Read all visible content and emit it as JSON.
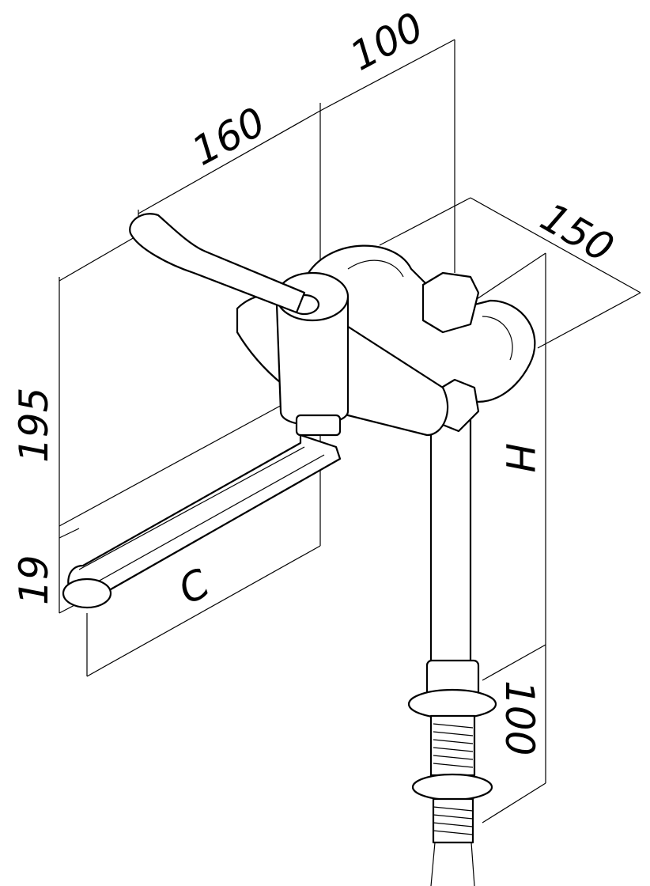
{
  "drawing": {
    "title": "Wall-mounted mixer tap with lever handle and swivel spout — dimension drawing",
    "dimensions": {
      "top_offset": "100",
      "lever_length": "160",
      "depth": "150",
      "height_spout": "195",
      "spout_outlet": "19",
      "spout_reach": "C",
      "pillar_height": "H",
      "thread_length": "100"
    }
  }
}
